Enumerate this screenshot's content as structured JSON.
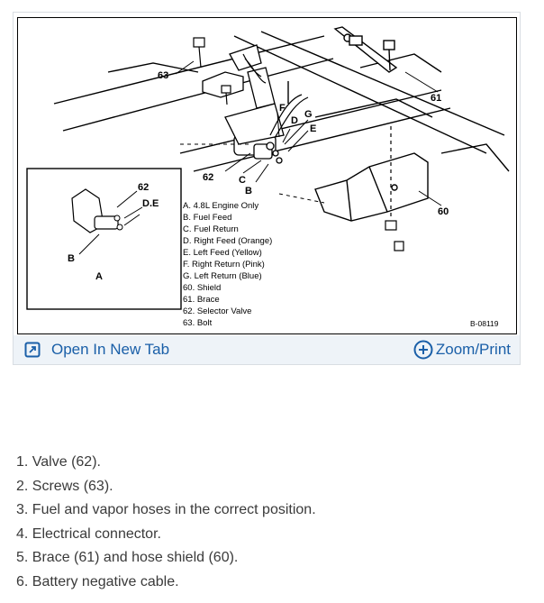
{
  "diagram": {
    "callouts": {
      "c63": "63",
      "c61": "61",
      "c60": "60",
      "c62": "62",
      "cF": "F",
      "cG": "G",
      "cD": "D",
      "cE": "E",
      "cC": "C",
      "cB": "B",
      "inset_62": "62",
      "inset_DE": "D.E",
      "inset_B": "B",
      "inset_A": "A"
    },
    "legend": [
      "A.  4.8L Engine Only",
      "B.  Fuel Feed",
      "C.  Fuel Return",
      "D.  Right Feed (Orange)",
      "E.  Left Feed (Yellow)",
      "F.  Right Return (Pink)",
      "G.  Left Return (Blue)",
      "60.  Shield",
      "61.  Brace",
      "62.  Selector Valve",
      "63.  Bolt"
    ],
    "figure_id": "B-08119"
  },
  "toolbar": {
    "open_tab_label": "Open In New Tab",
    "zoom_print_label": "Zoom/Print",
    "link_color": "#1a5fa8"
  },
  "steps": [
    "1. Valve (62).",
    "2. Screws (63).",
    "3. Fuel and vapor hoses in the correct position.",
    "4. Electrical connector.",
    "5. Brace (61) and hose shield (60).",
    "6. Battery negative cable."
  ]
}
